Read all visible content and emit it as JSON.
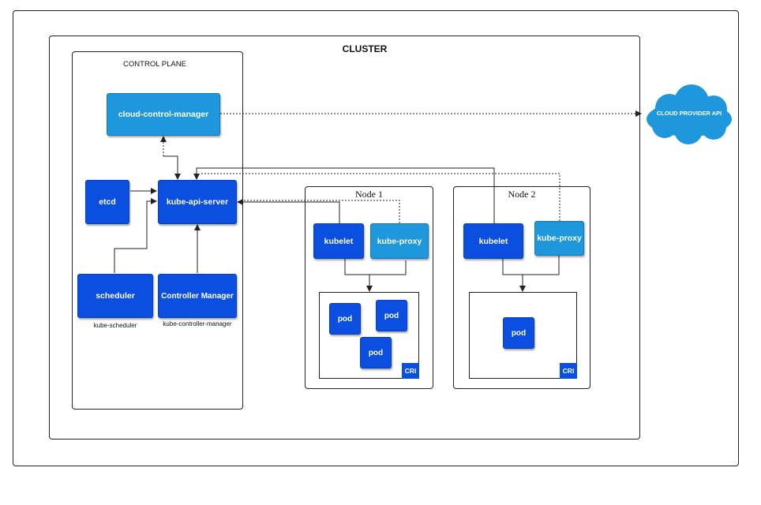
{
  "cluster": {
    "title": "CLUSTER"
  },
  "control_plane": {
    "title": "CONTROL PLANE",
    "cloud_control_manager": "cloud-control-manager",
    "etcd": "etcd",
    "kube_api_server": "kube-api-server",
    "scheduler": "scheduler",
    "scheduler_caption": "kube-scheduler",
    "controller_manager": "Controller Manager",
    "controller_manager_caption": "kube-controller-manager"
  },
  "cloud": {
    "label": "CLOUD PROVIDER API"
  },
  "nodes": [
    {
      "title": "Node 1",
      "kubelet": "kubelet",
      "kube_proxy": "kube-proxy",
      "pods": [
        "pod",
        "pod",
        "pod"
      ],
      "cri": "CRI"
    },
    {
      "title": "Node 2",
      "kubelet": "kubelet",
      "kube_proxy": "kube-proxy",
      "pods": [
        "pod"
      ],
      "cri": "CRI"
    }
  ],
  "colors": {
    "dark_blue": "#0b4fe0",
    "light_blue": "#1e97dc",
    "cloud": "#1e97dc",
    "line": "#222222"
  }
}
